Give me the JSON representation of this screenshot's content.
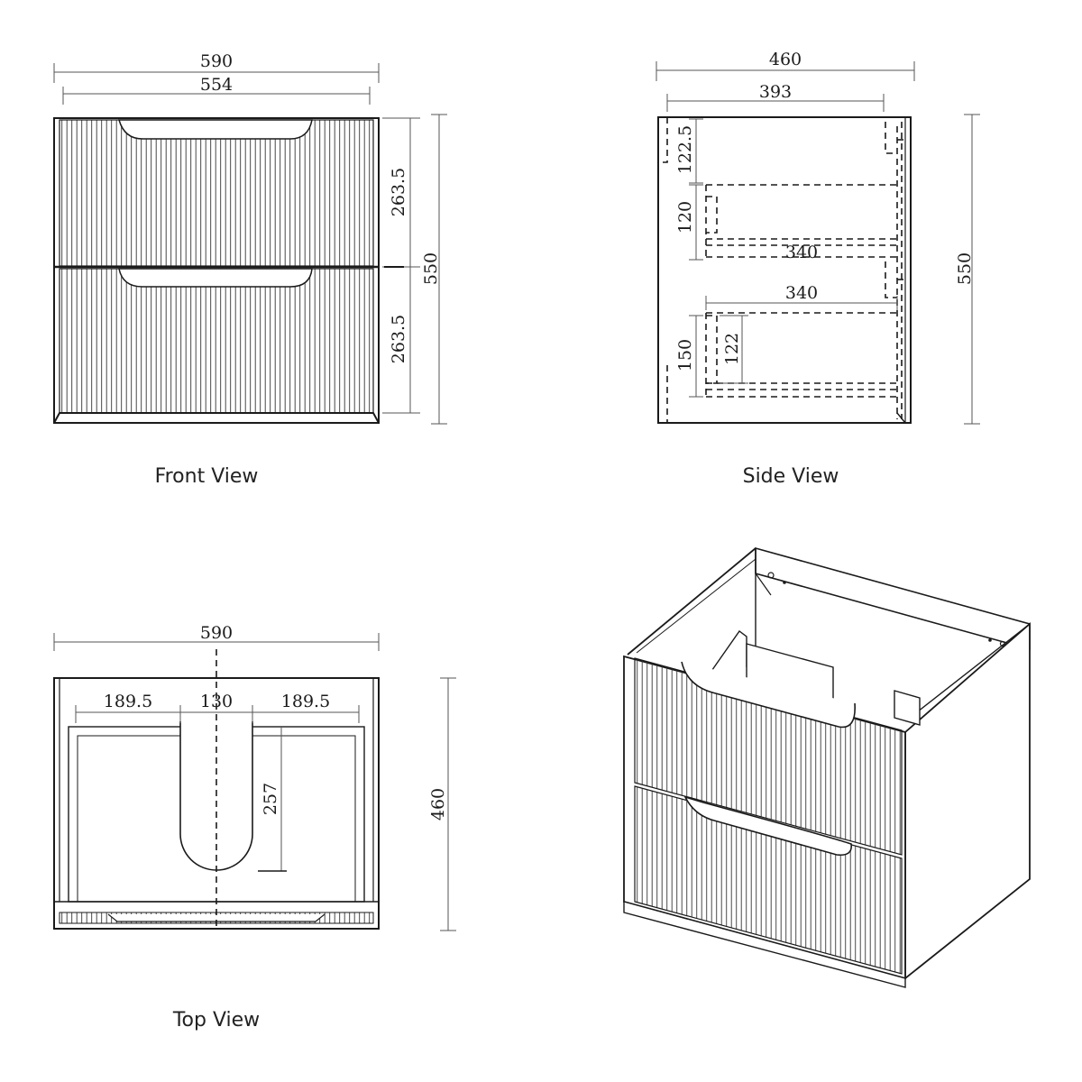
{
  "views": {
    "front": {
      "caption": "Front View",
      "overall_width": "590",
      "inner_width": "554",
      "drawer_top_height": "263.5",
      "drawer_bottom_height": "263.5",
      "overall_height": "550"
    },
    "side": {
      "caption": "Side View",
      "overall_depth": "460",
      "inner_depth": "393",
      "upper_gap": "122.5",
      "upper_drawer_height": "120",
      "upper_drawer_depth": "340",
      "lower_drawer_depth": "340",
      "lower_drawer_outer_height": "150",
      "lower_drawer_inner_height": "122",
      "overall_height": "550"
    },
    "top": {
      "caption": "Top View",
      "overall_width": "590",
      "left_offset": "189.5",
      "cutout_width": "130",
      "right_offset": "189.5",
      "cutout_depth": "257",
      "overall_depth": "460"
    }
  },
  "colors": {
    "line": "#1a1a1a",
    "dimension_line": "#555555",
    "background": "#ffffff"
  }
}
